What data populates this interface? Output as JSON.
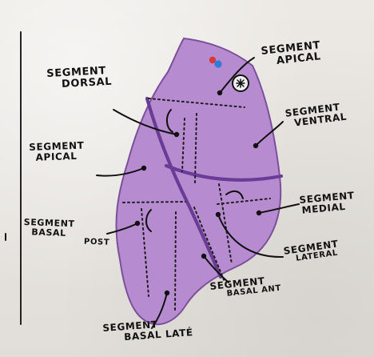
{
  "diagram": {
    "labels": {
      "segment_apical_top": {
        "line1": "SEGMENT",
        "line2": "APICAL"
      },
      "segment_dorsal": {
        "line1": "SEGMENT",
        "line2": "DORSAL"
      },
      "segment_ventral": {
        "line1": "SEGMENT",
        "line2": "VENTRAL"
      },
      "segment_apical_left": {
        "line1": "SEGMENT",
        "line2": "APICAL"
      },
      "segment_medial": {
        "line1": "SEGMENT",
        "line2": "MEDIAL"
      },
      "segment_basal_post": {
        "line1": "SEGMENT",
        "line2": "BASAL",
        "line3": "POST"
      },
      "segment_lateral": {
        "line1": "SEGMENT",
        "line2": "LATERAL"
      },
      "segment_basal_ant": {
        "line1": "SEGMENT",
        "line2": "BASAL ANT"
      },
      "segment_basal_late": {
        "line1": "SEGMENT",
        "line2": "BASAL LATÉ"
      }
    },
    "colors": {
      "lobe_fill": "#b78bd0",
      "lobe_outline": "#7b4f9a",
      "fissure": "#6b3c95",
      "ink": "#111111",
      "blue_dot": "#2f7bd9",
      "red_dot": "#d33a3a"
    }
  }
}
